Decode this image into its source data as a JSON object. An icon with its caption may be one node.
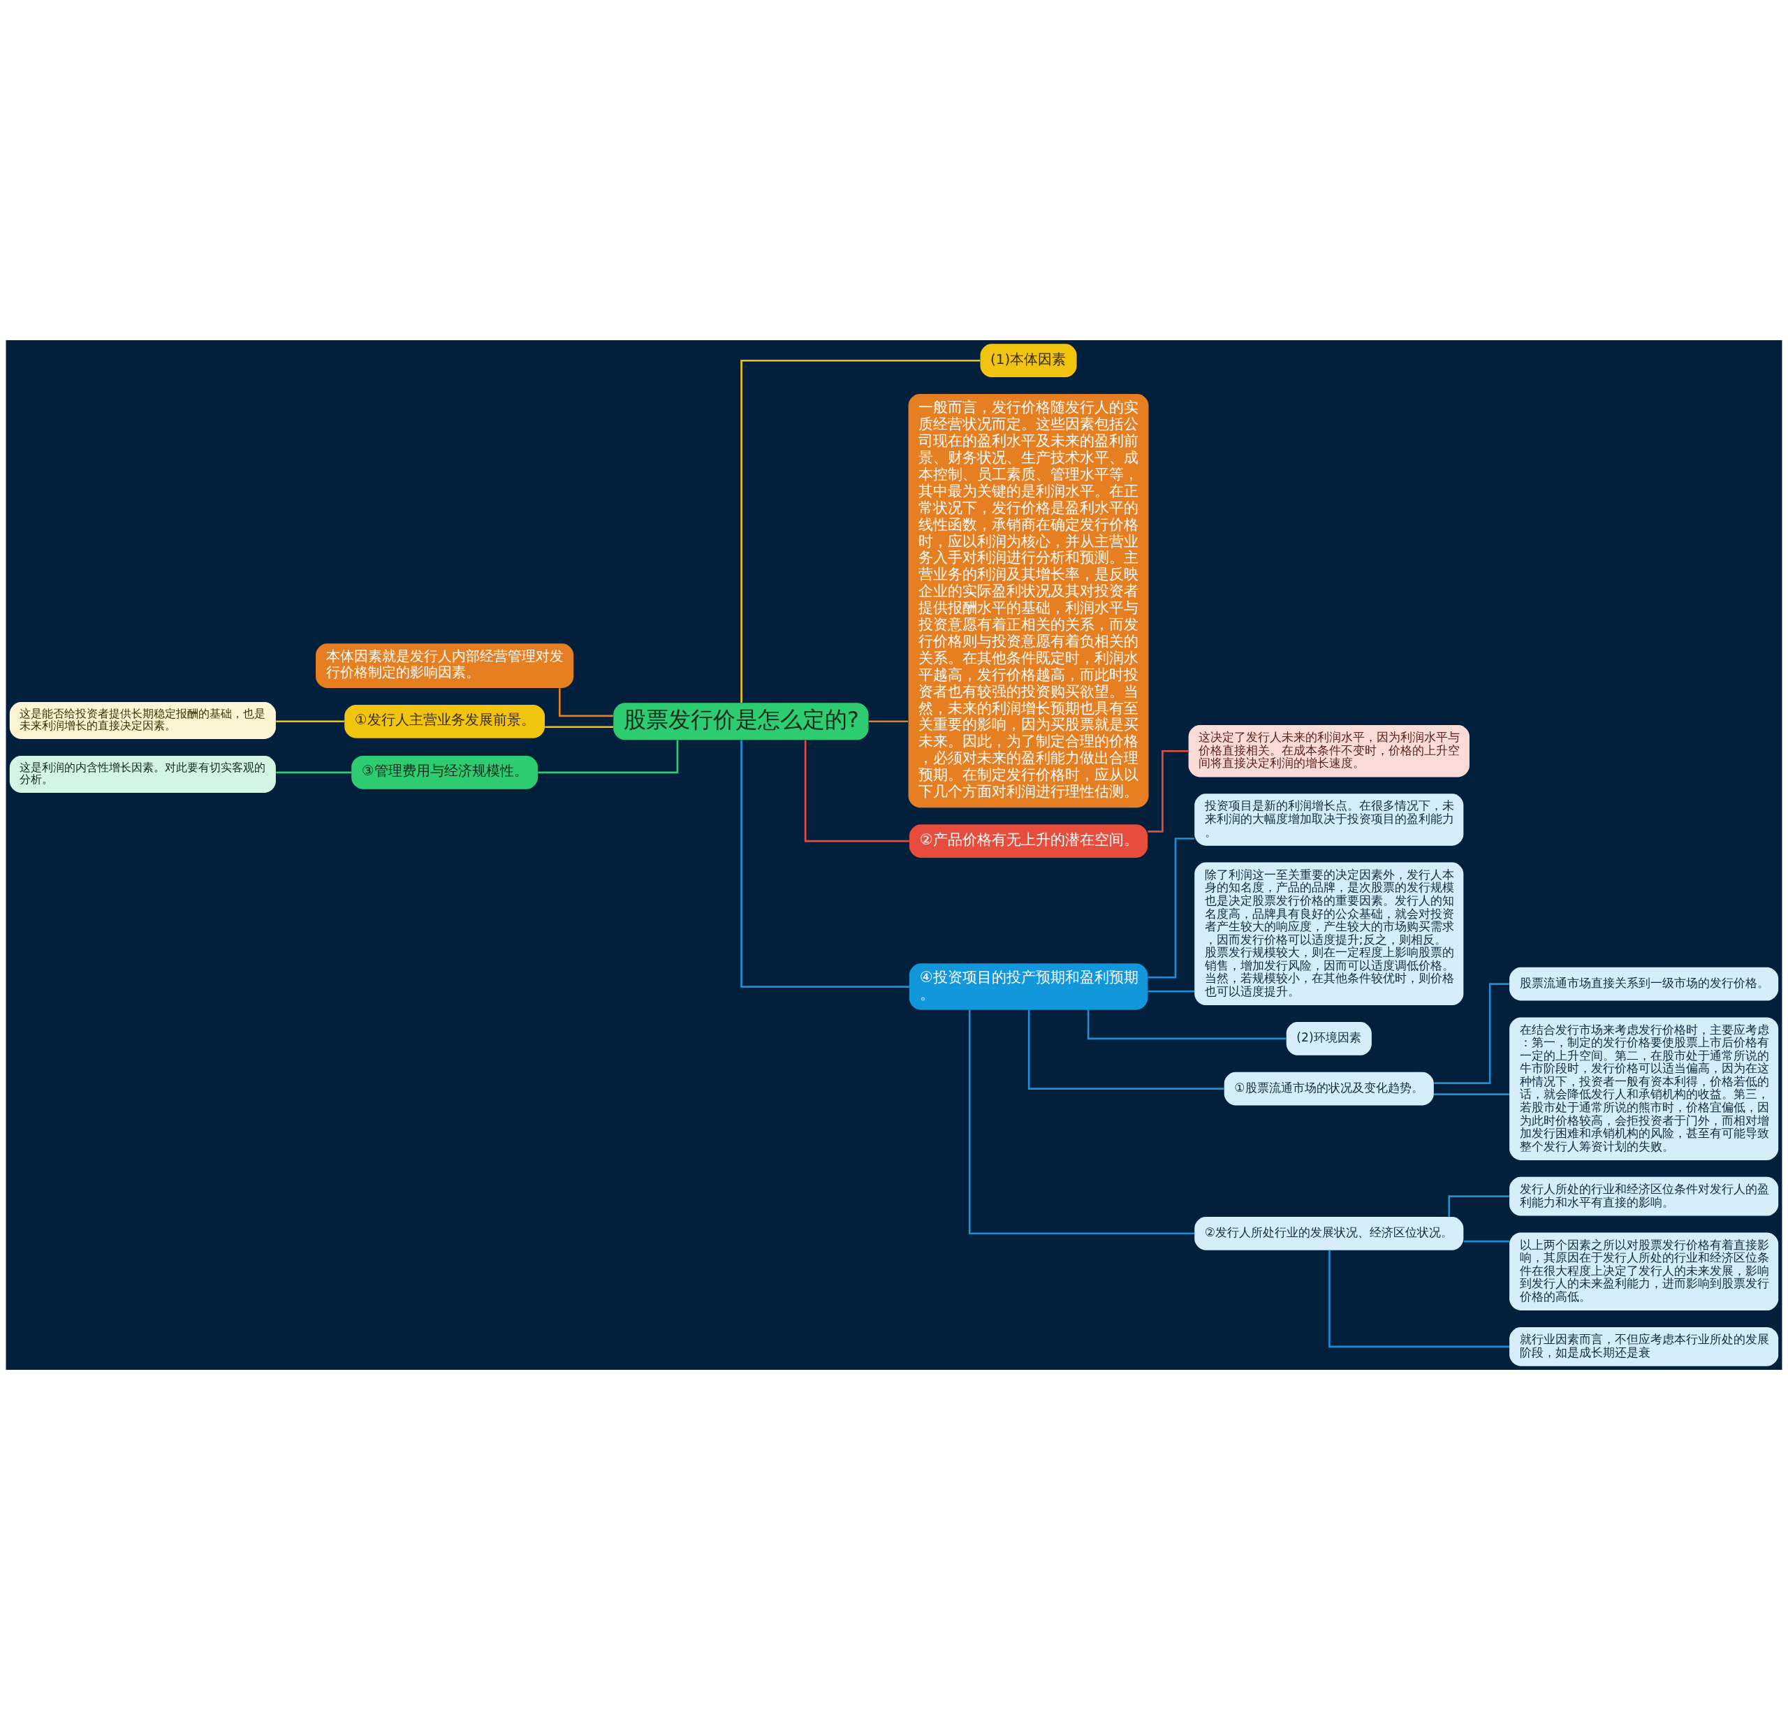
{
  "diagram": {
    "nodes": [
      {
        "text": [
          "股票发行价是怎么定的?"
        ]
      },
      {
        "text": [
          "(1)本体因素"
        ]
      },
      {
        "text": [
          "一般而言，发行价格随发行人的实质经营状况而定。这些因素包括公司现在的盈利水平及未来的盈利前景、财务状况、生产技术水平、成本控制、员工素质、管理水平等，其中最为关键的是利润水平。在正常状况下，发行价格是盈利水平的线性函数，承销商在确定发行价格时，应以利润为核心，并从主营业务入手对利润进行分析和预测。主营业务的利润及其增长率，是反映企业的实际盈利状况及其对投资者提供报酬水平的基础，利润水平与投资意愿有着正相关的关系，而发行价格则与投资意愿有着负相关的关系。在其他条件既定时，利润水平越高，发行价格越高，而此时投资者也有较强的投资购买欲望。当然，未来的利润增长预期也具有至关重要的影响，因为买股票就是买未来。因此，为了制定合理的价格，必须对未来的盈利能力做出合理预期。在制定发行价格时，应从以下几个方面对利润进行理性估测。"
        ]
      },
      {
        "text": [
          "②产品价格有无上升的潜在空间。"
        ]
      },
      {
        "text": [
          "这决定了发行人未来的利润水平，因为利润水平与价格直接相关。在成本条件不变时，价格的上升空间将直接决定利润的增长速度。"
        ]
      },
      {
        "text": [
          "④投资项目的投产预期和盈利预期。"
        ]
      },
      {
        "text": [
          "投资项目是新的利润增长点。在很多情况下，未来利润的大幅度增加取决于投资项目的盈利能力。"
        ]
      },
      {
        "text": [
          "除了利润这一至关重要的决定因素外，发行人本身的知名度，产品的品牌，是次股票的发行规模也是决定股票发行价格的重要因素。发行人的知名度高，品牌具有良好的公众基础，就会对投资者产生较大的响应度，产生较大的市场购买需求，因而发行价格可以适度提升;反之，则相反。股票发行规模较大，则在一定程度上影响股票的销售，增加发行风险，因而可以适度调低价格。当然，若规模较小，在其他条件较优时，则价格也可以适度提升。"
        ]
      },
      {
        "text": [
          "(2)环境因素"
        ]
      },
      {
        "text": [
          "①股票流通市场的状况及变化趋势。"
        ]
      },
      {
        "text": [
          "股票流通市场直接关系到一级市场的发行价格。"
        ]
      },
      {
        "text": [
          "在结合发行市场来考虑发行价格时，主要应考虑：第一，制定的发行价格要使股票上市后价格有一定的上升空间。第二，在股市处于通常所说的牛市阶段时，发行价格可以适当偏高，因为在这种情况下，投资者一般有资本利得，价格若低的话，就会降低发行人和承销机构的收益。第三，若股市处于通常所说的熊市时，价格宜偏低，因为此时价格较高，会拒投资者于门外，而相对增加发行困难和承销机构的风险，甚至有可能导致整个发行人筹资计划的失败。"
        ]
      },
      {
        "text": [
          "②发行人所处行业的发展状况、经济区位状况。"
        ]
      },
      {
        "text": [
          "发行人所处的行业和经济区位条件对发行人的盈利能力和水平有直接的影响。"
        ]
      },
      {
        "text": [
          "以上两个因素之所以对股票发行价格有着直接影响，其原因在于发行人所处的行业和经济区位条件在很大程度上决定了发行人的未来发展，影响到发行人的未来盈利能力，进而影响到股票发行价格的高低。"
        ]
      },
      {
        "text": [
          "就行业因素而言，不但应考虑本行业所处的发展阶段，如是成长期还是衰"
        ]
      },
      {
        "text": [
          "本体因素就是发行人内部经营管理对发行价格制定的影响因素。"
        ]
      },
      {
        "text": [
          "①发行人主营业务发展前景。"
        ]
      },
      {
        "text": [
          "这是能否给投资者提供长期稳定报酬的基础，也是未来利润增长的直接决定因素。"
        ]
      },
      {
        "text": [
          "③管理费用与经济规模性。"
        ]
      },
      {
        "text": [
          "这是利润的内含性增长因素。对此要有切实客观的分析。"
        ]
      }
    ],
    "edges": [
      {
        "from": 0,
        "to": 1,
        "arrow": "none",
        "color": "#f1c40f"
      },
      {
        "from": 0,
        "to": 2,
        "arrow": "none",
        "color": "#e67e22"
      },
      {
        "from": 0,
        "to": 3,
        "arrow": "none",
        "color": "#e74c3c"
      },
      {
        "from": 3,
        "to": 4,
        "arrow": "none",
        "color": "#e74c3c"
      },
      {
        "from": 0,
        "to": 5,
        "arrow": "none"
      },
      {
        "from": 5,
        "to": 6,
        "arrow": "none"
      },
      {
        "from": 5,
        "to": 7,
        "arrow": "none"
      },
      {
        "from": 5,
        "to": 8,
        "arrow": "none"
      },
      {
        "from": 5,
        "to": 9,
        "arrow": "none"
      },
      {
        "from": 9,
        "to": 10,
        "arrow": "none"
      },
      {
        "from": 9,
        "to": 11,
        "arrow": "none"
      },
      {
        "from": 5,
        "to": 12,
        "arrow": "none"
      },
      {
        "from": 12,
        "to": 13,
        "arrow": "none"
      },
      {
        "from": 12,
        "to": 14,
        "arrow": "none"
      },
      {
        "from": 12,
        "to": 15,
        "arrow": "none"
      },
      {
        "from": 0,
        "to": 16,
        "arrow": "none",
        "color": "#e67e22"
      },
      {
        "from": 0,
        "to": 17,
        "arrow": "none",
        "color": "#f1c40f"
      },
      {
        "from": 17,
        "to": 18,
        "arrow": "none",
        "color": "#f1c40f"
      },
      {
        "from": 0,
        "to": 19,
        "arrow": "none",
        "color": "#2ecc71"
      },
      {
        "from": 19,
        "to": 20,
        "arrow": "none",
        "color": "#2ecc71"
      }
    ]
  }
}
